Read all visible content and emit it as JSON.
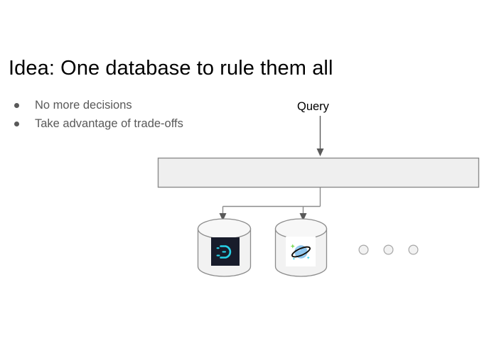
{
  "slide": {
    "title": "Idea: One database to rule them all",
    "background_color": "#ffffff",
    "title_color": "#000000",
    "body_text_color": "#595959"
  },
  "bullets": [
    {
      "label": "No more decisions"
    },
    {
      "label": "Take advantage of trade-offs"
    }
  ],
  "diagram": {
    "query_label": "Query",
    "bar": {
      "fill_color": "#efefef",
      "stroke_color": "#8c8c8c"
    },
    "connector_color": "#8c8c8c",
    "arrow_color": "#595959",
    "databases": [
      {
        "name": "datastax-astra",
        "icon_name": "datastax-logo-icon",
        "icon_background": "#181c2b",
        "icon_accent": "#27d2e8"
      },
      {
        "name": "azure-cosmos-db",
        "icon_name": "cosmos-db-planet-icon",
        "icon_background": "#ffffff",
        "icon_accent": "#50a0dc"
      }
    ],
    "more_placeholders": [
      {
        "name": "placeholder-circle-1"
      },
      {
        "name": "placeholder-circle-2"
      },
      {
        "name": "placeholder-circle-3"
      }
    ],
    "cylinder": {
      "fill_color": "#f2f2f2",
      "stroke_color": "#8c8c8c"
    },
    "placeholder_circle": {
      "fill_color": "#f2f2f2",
      "stroke_color": "#a6a6a6"
    }
  }
}
